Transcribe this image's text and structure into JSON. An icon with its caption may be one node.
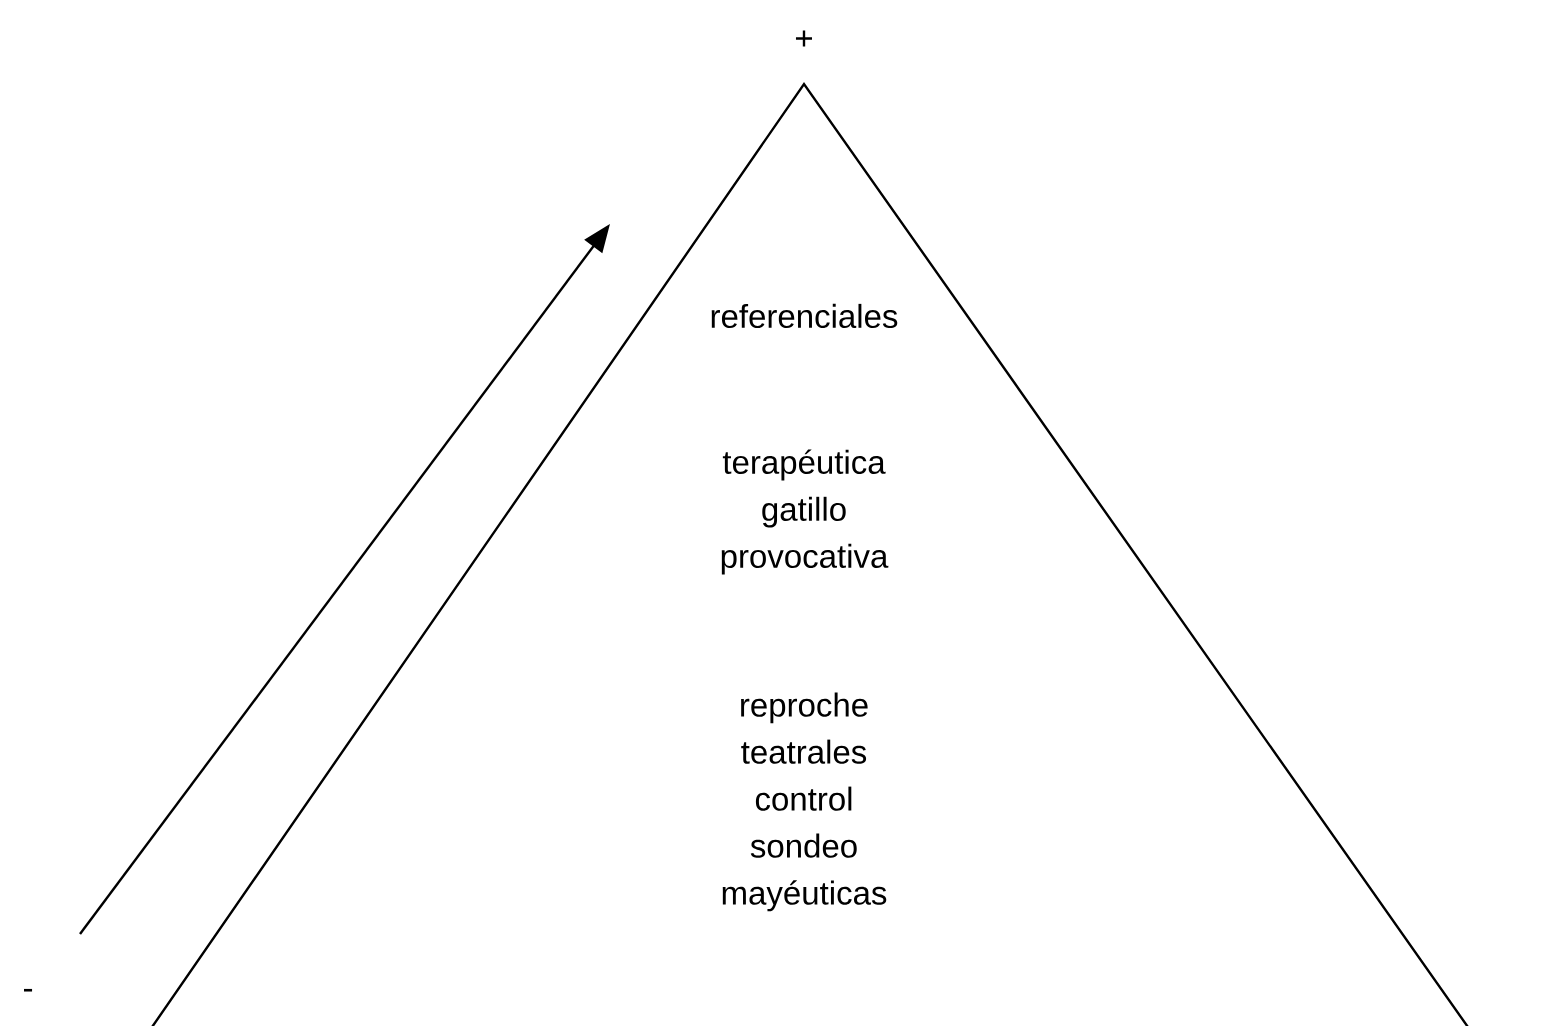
{
  "diagram": {
    "nodes": [
      {
        "text": [
          "referenciales",
          "terapéutica gatillo provocativa",
          "reproche teatrales control sondeo mayéuticas"
        ]
      }
    ],
    "labels": [
      "+",
      "-"
    ]
  }
}
